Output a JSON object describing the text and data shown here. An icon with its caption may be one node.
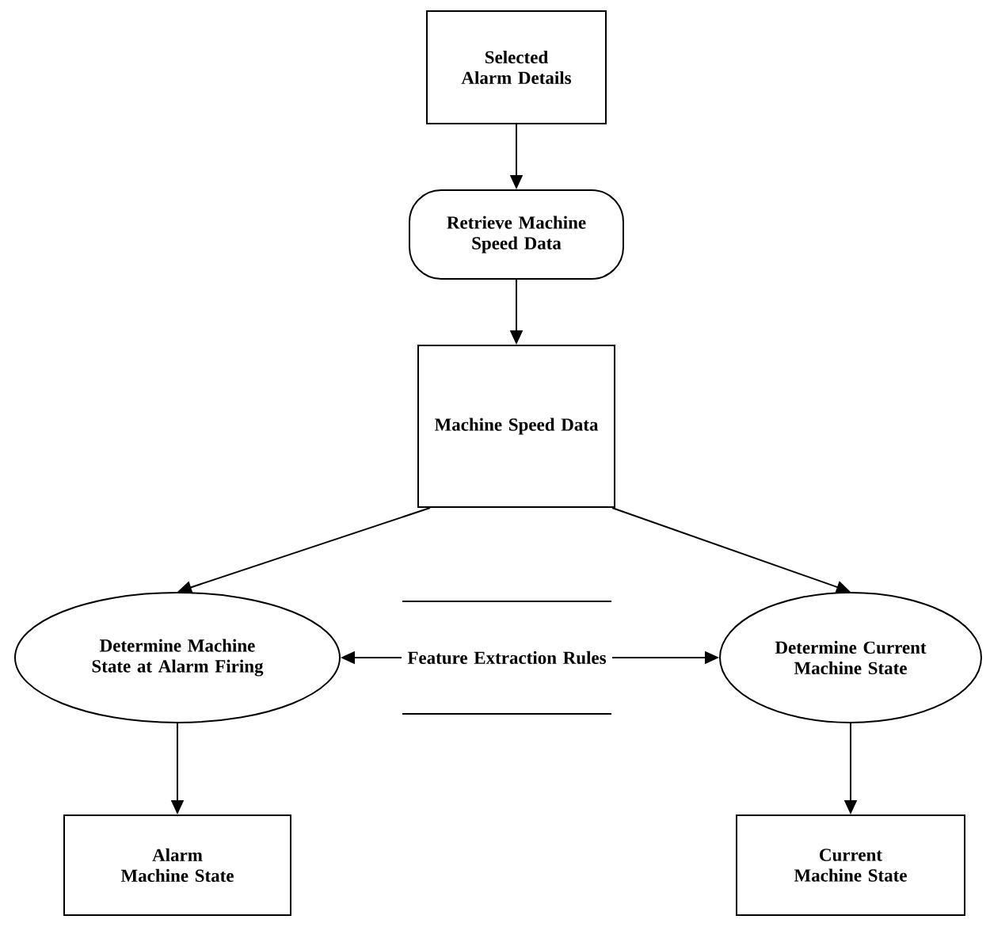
{
  "diagram": {
    "nodes": [
      {
        "text": [
          "Selected Alarm Details"
        ]
      },
      {
        "text": [
          "Retrieve Machine Speed Data"
        ]
      },
      {
        "text": [
          "Machine Speed Data"
        ]
      },
      {
        "text": [
          "Determine Machine State at Alarm Firing"
        ]
      },
      {
        "text": [
          "Feature Extraction Rules"
        ]
      },
      {
        "text": [
          "Determine Current Machine State"
        ]
      },
      {
        "text": [
          "Alarm Machine State"
        ]
      },
      {
        "text": [
          "Current Machine State"
        ]
      }
    ],
    "edges": [
      {
        "from": 0,
        "to": 1,
        "arrow": "to"
      },
      {
        "from": 1,
        "to": 2,
        "arrow": "to"
      },
      {
        "from": 2,
        "to": 3,
        "arrow": "to"
      },
      {
        "from": 2,
        "to": 5,
        "arrow": "to"
      },
      {
        "from": 4,
        "to": 3,
        "arrow": "to"
      },
      {
        "from": 4,
        "to": 5,
        "arrow": "to"
      },
      {
        "from": 3,
        "to": 6,
        "arrow": "to"
      },
      {
        "from": 5,
        "to": 7,
        "arrow": "to"
      }
    ]
  }
}
